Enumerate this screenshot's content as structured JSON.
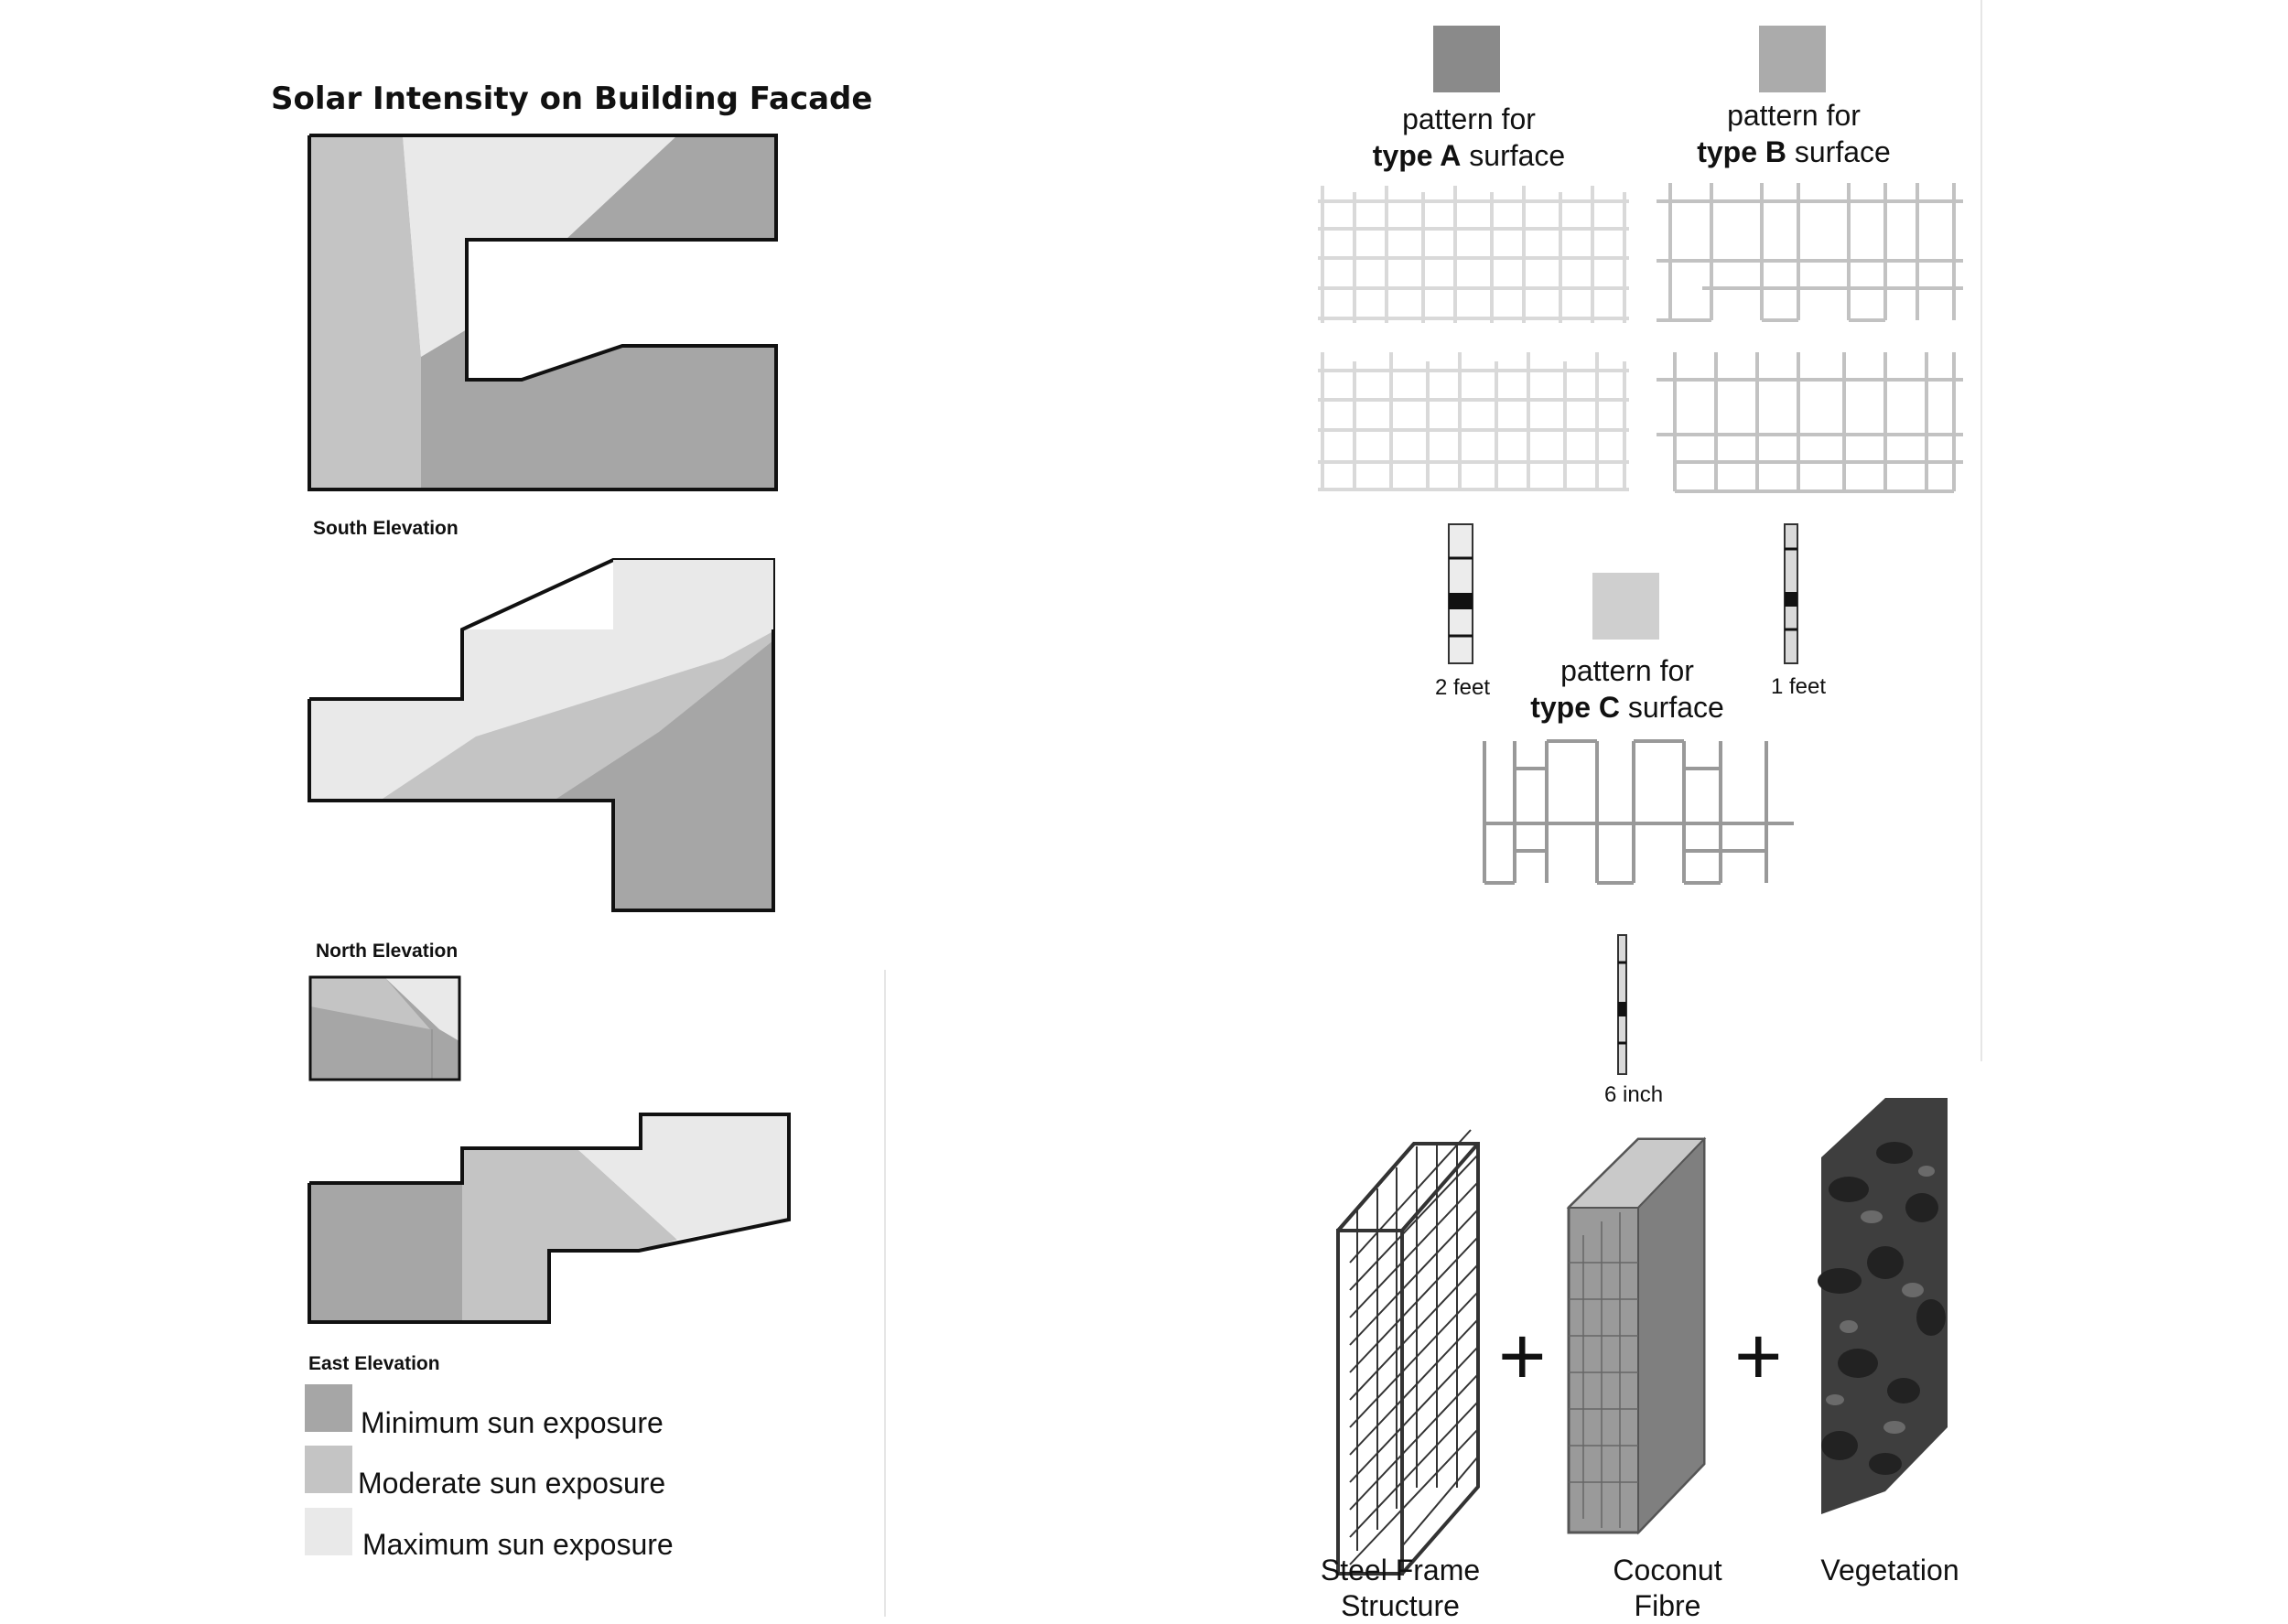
{
  "title": "Solar Intensity on Building Facade",
  "elevations": {
    "south": "South Elevation",
    "north": "North Elevation",
    "east": "East Elevation"
  },
  "legend": [
    {
      "label": "Minimum sun exposure",
      "color": "#a6a6a6"
    },
    {
      "label": "Moderate sun exposure",
      "color": "#c4c4c4"
    },
    {
      "label": "Maximum sun exposure",
      "color": "#e9e9e9"
    }
  ],
  "patterns": {
    "a": {
      "line1": "pattern for",
      "type_bold": "type A",
      "suffix": " surface",
      "color": "#8a8a8a"
    },
    "b": {
      "line1": "pattern for",
      "type_bold": "type B",
      "suffix": " surface",
      "color": "#ababab"
    },
    "c": {
      "line1": "pattern for",
      "type_bold": "type C",
      "suffix": " surface",
      "color": "#cfcfcf"
    }
  },
  "scales": {
    "a": "2 feet",
    "b": "1 feet",
    "c": "6 inch"
  },
  "components": {
    "steel": {
      "line1": "Steel Frame",
      "line2": "Structure"
    },
    "coconut": {
      "line1": "Coconut",
      "line2": "Fibre"
    },
    "vegetation": {
      "line1": "Vegetation",
      "line2": ""
    },
    "plus": "+"
  }
}
